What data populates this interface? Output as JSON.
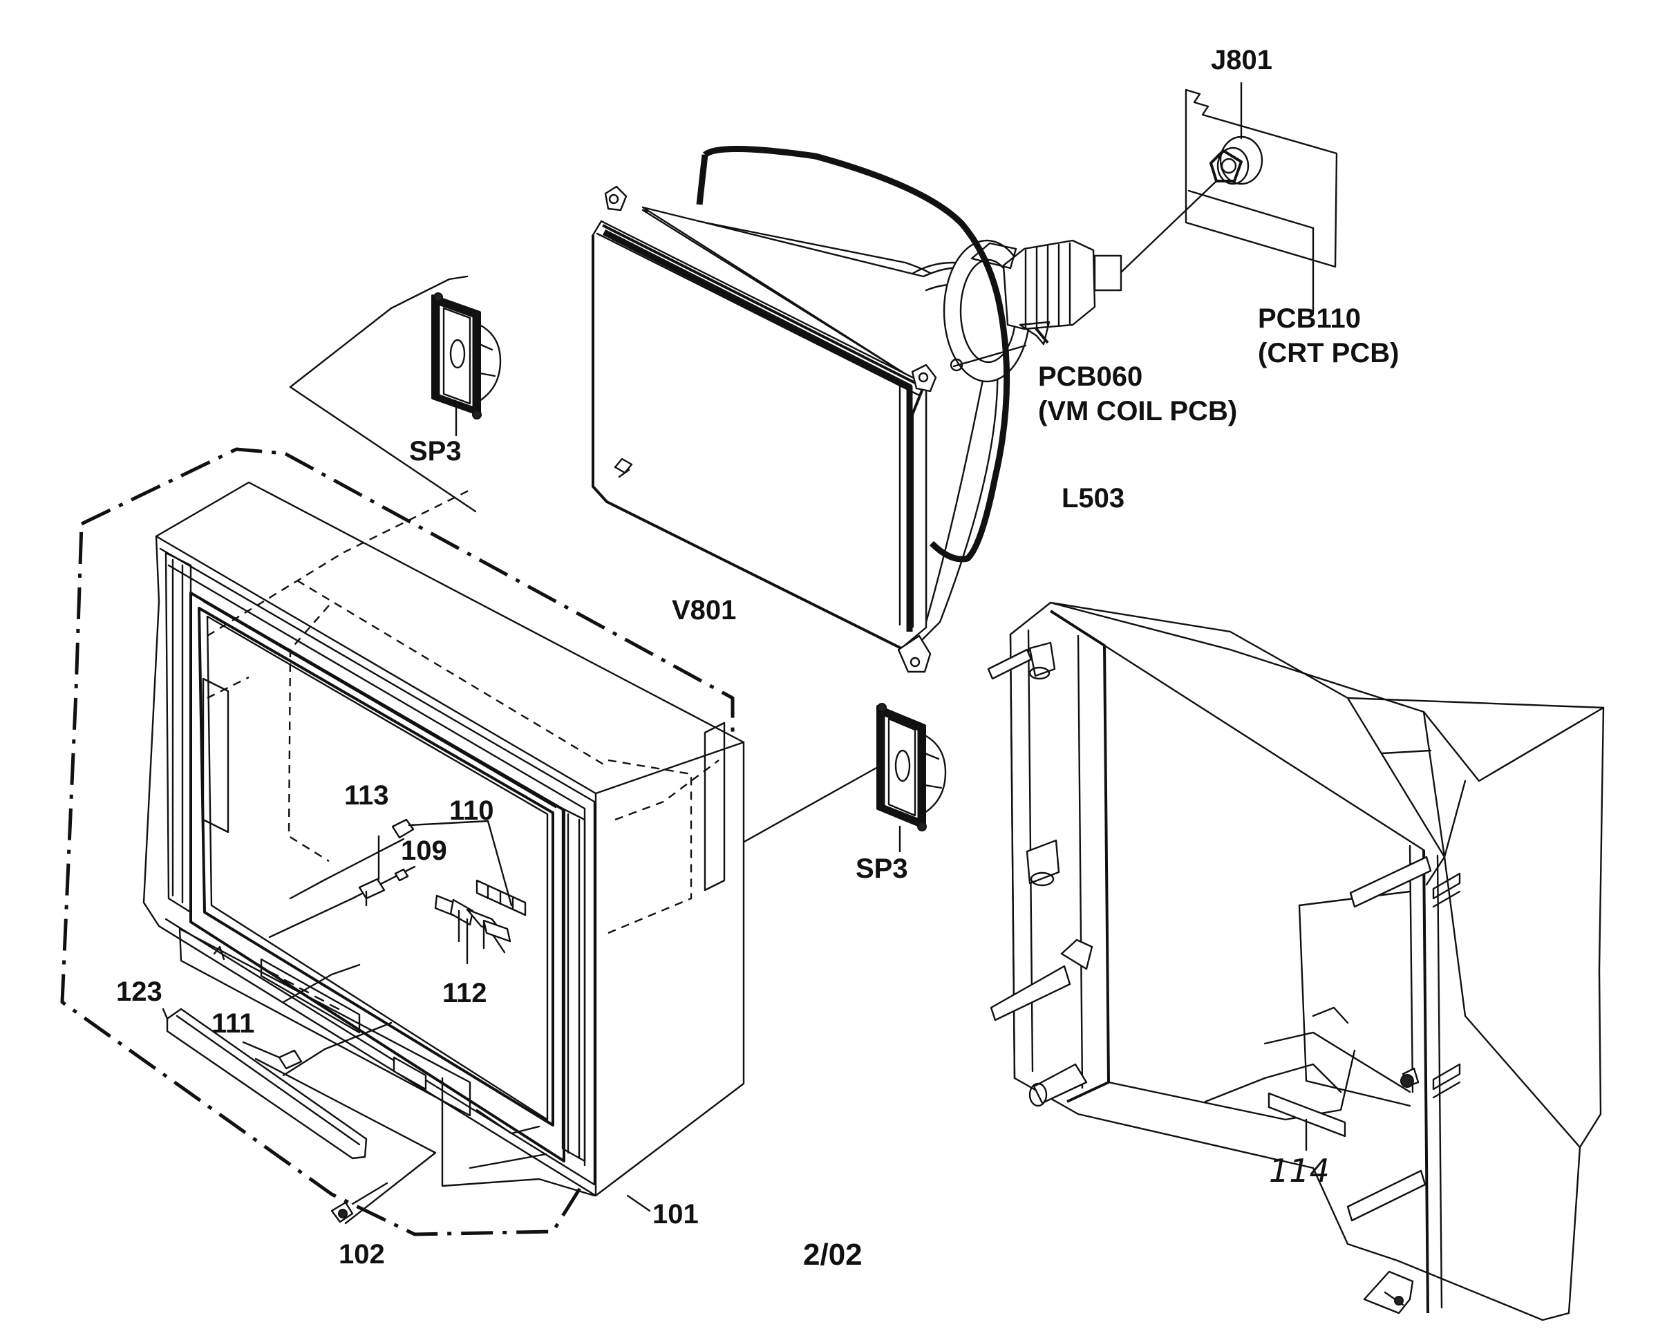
{
  "labels": {
    "j801": "J801",
    "pcb110": "PCB110",
    "pcb110_sub": "(CRT PCB)",
    "pcb060": "PCB060",
    "pcb060_sub": "(VM COIL PCB)",
    "l503": "L503",
    "v801": "V801",
    "sp3_top": "SP3",
    "sp3_mid": "SP3",
    "p113": "113",
    "p110": "110",
    "p109": "109",
    "p112": "112",
    "p123": "123",
    "p111": "111",
    "p101": "101",
    "p102": "102",
    "p114": "114"
  },
  "page_code": "2/02"
}
